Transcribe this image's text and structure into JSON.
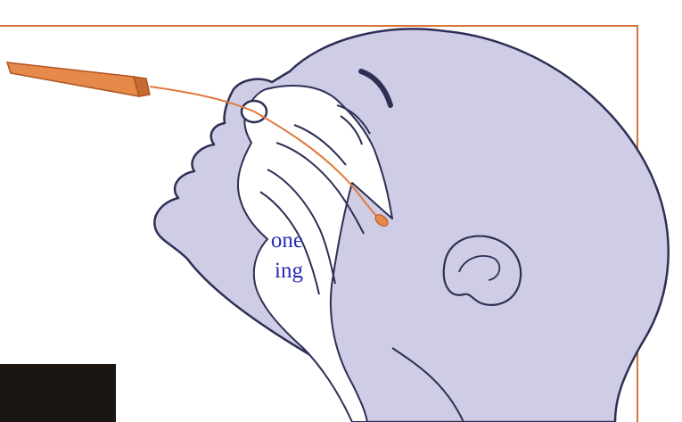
{
  "caption": {
    "line1": "one",
    "line2": "ing"
  },
  "illustration": {
    "subject": "head-profile",
    "tool": "swab-tube-icon",
    "colors": {
      "skin": "#cfcde6",
      "outline": "#2d2f55",
      "cavity": "#ffffff",
      "tube": "#e58a4a",
      "tube_dark": "#b0551e",
      "swab_path": "#e07a3c",
      "frame": "#d9743a"
    }
  }
}
